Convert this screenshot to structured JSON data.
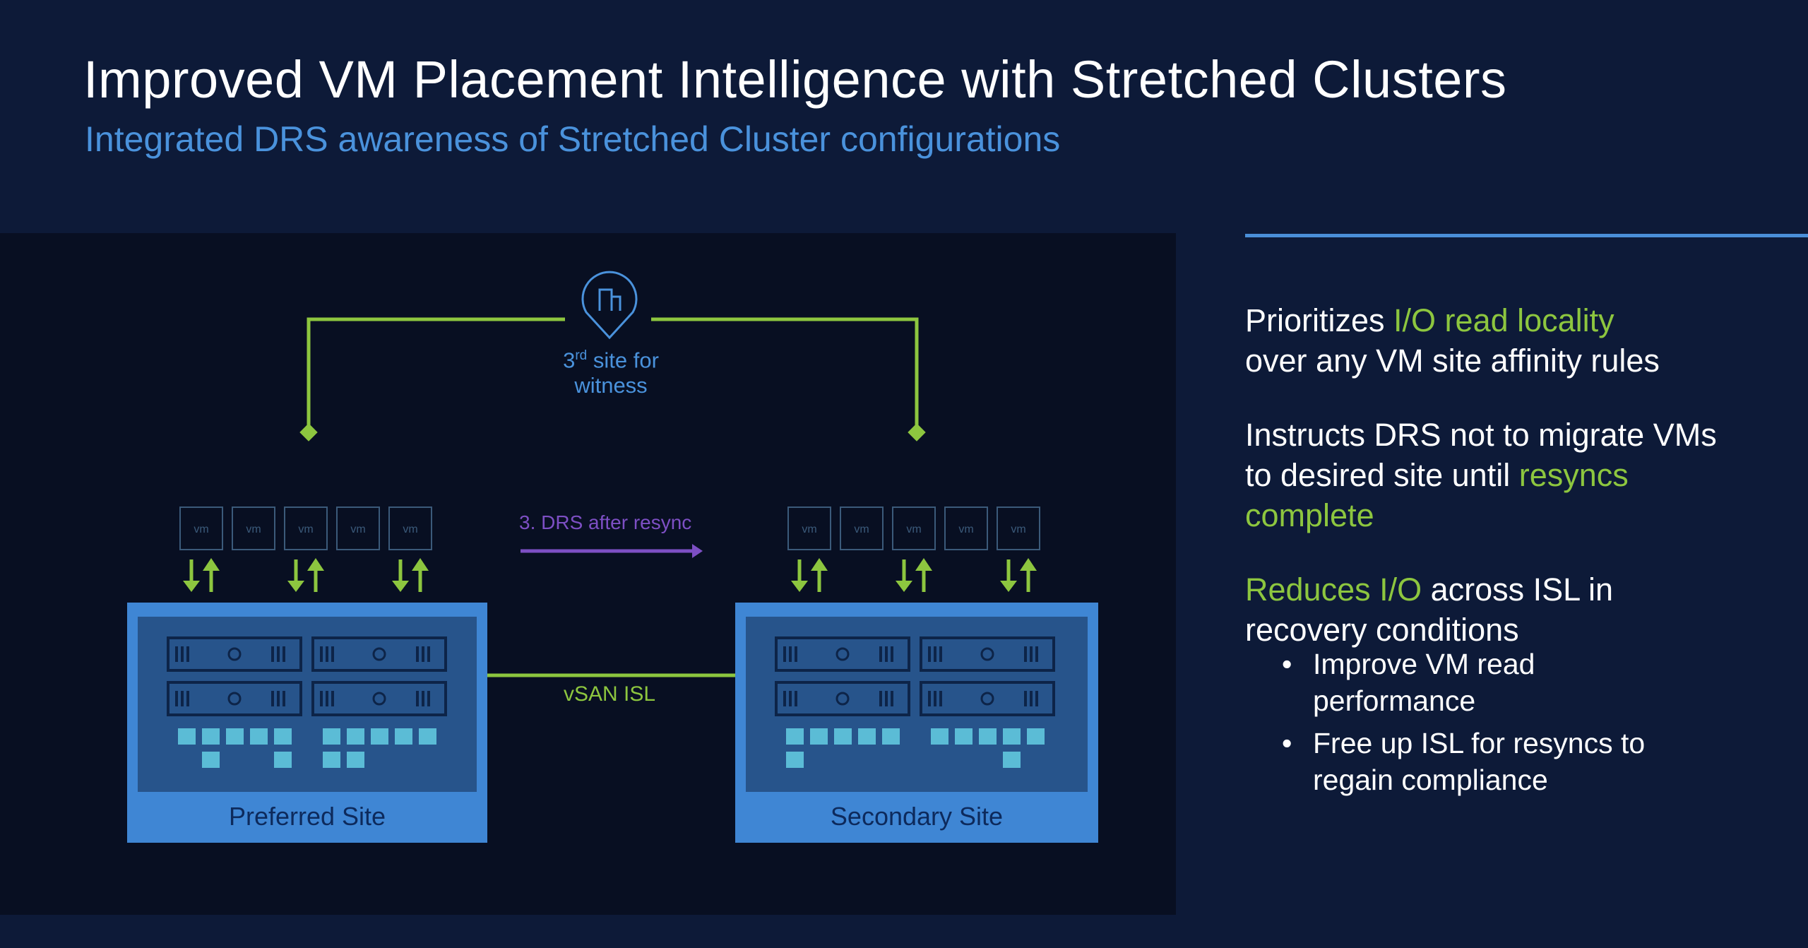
{
  "slide": {
    "title": "Improved VM Placement Intelligence with Stretched Clusters",
    "subtitle": "Integrated DRS awareness of Stretched Cluster configurations"
  },
  "diagram": {
    "witness": {
      "icon": "map-pin-building-icon",
      "label_prefix": "3",
      "label_sup": "rd",
      "label_line1_rest": " site for",
      "label_line2": "witness"
    },
    "drs_arrow_label": "3. DRS after resync",
    "isl_label": "vSAN ISL",
    "sites": [
      {
        "name": "Preferred Site",
        "vms": [
          "vm",
          "vm",
          "vm",
          "vm",
          "vm"
        ],
        "disk_rows": [
          [
            1,
            1,
            1,
            1,
            1,
            1,
            1,
            1,
            1,
            1
          ],
          [
            0,
            1,
            0,
            0,
            1,
            1,
            1,
            0,
            0,
            0
          ]
        ]
      },
      {
        "name": "Secondary Site",
        "vms": [
          "vm",
          "vm",
          "vm",
          "vm",
          "vm"
        ],
        "disk_rows": [
          [
            1,
            1,
            1,
            1,
            1,
            1,
            1,
            1,
            1,
            1
          ],
          [
            1,
            0,
            0,
            0,
            0,
            0,
            0,
            0,
            1,
            0
          ]
        ]
      }
    ],
    "colors": {
      "link_green": "#8dc63f",
      "drs_purple": "#7d4fc4",
      "site_blue": "#3f86d4",
      "site_inner": "#27548b",
      "disk_cyan": "#5bbcd6",
      "witness_blue": "#4a92dc"
    }
  },
  "bullets": {
    "p1": {
      "pre": "Prioritizes ",
      "hl": "I/O read locality",
      "post": "over any VM site affinity rules"
    },
    "p2": {
      "pre": "Instructs DRS not to migrate VMs to desired site until ",
      "hl": "resyncs complete"
    },
    "p3": {
      "hl": "Reduces I/O",
      "post": " across ISL in recovery conditions"
    },
    "sub": [
      "Improve VM read performance",
      "Free up ISL for resyncs to regain compliance"
    ]
  }
}
